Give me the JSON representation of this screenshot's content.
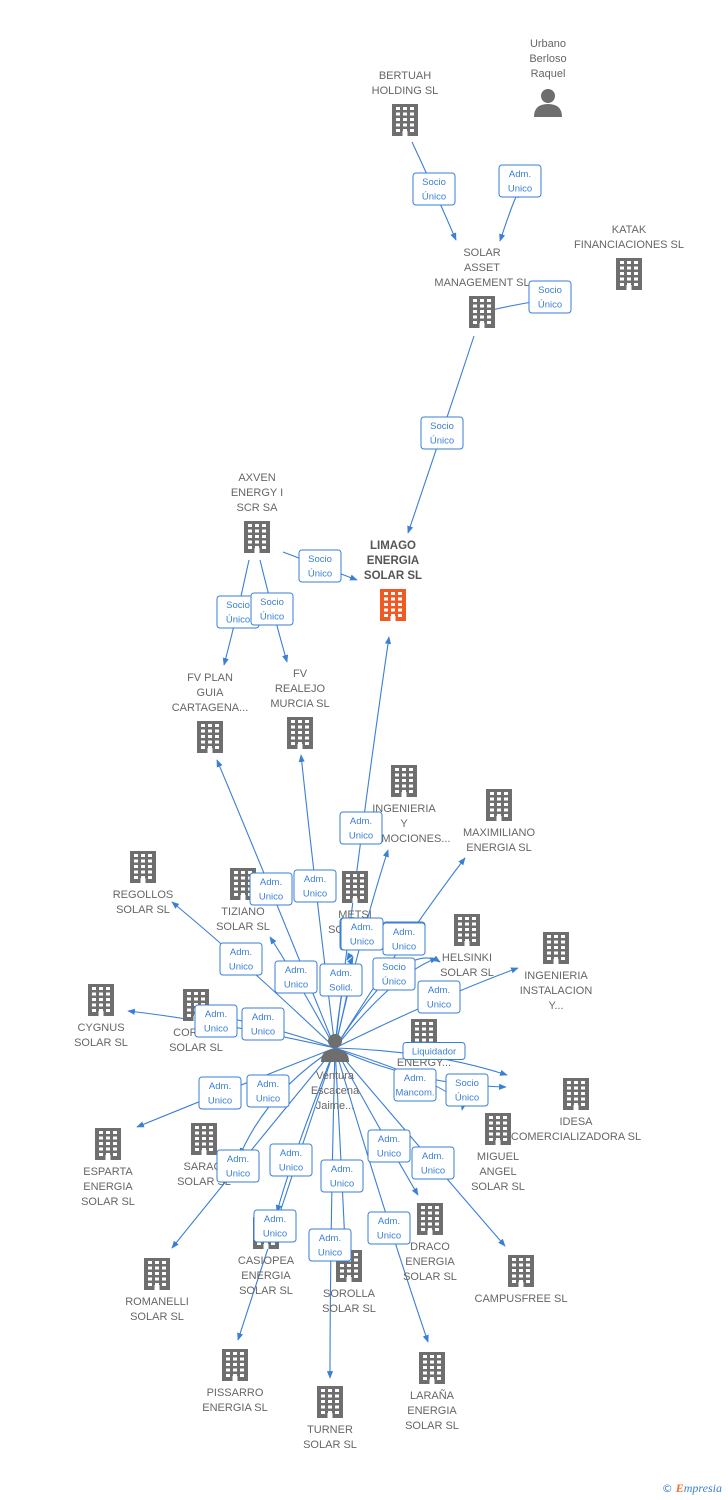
{
  "colors": {
    "node": "#6e6e6e",
    "main_node": "#f05a22",
    "edge": "#3a7fd6"
  },
  "nodes": [
    {
      "id": "limago",
      "label": [
        "LIMAGO",
        "ENERGIA",
        "SOLAR  SL"
      ],
      "type": "company",
      "main": true
    },
    {
      "id": "bertuah",
      "label": [
        "BERTUAH",
        "HOLDING  SL"
      ],
      "type": "company"
    },
    {
      "id": "urbano",
      "label": [
        "Urbano",
        "Berloso",
        "Raquel"
      ],
      "type": "person"
    },
    {
      "id": "solarasset",
      "label": [
        "SOLAR",
        "ASSET",
        "MANAGEMENT SL"
      ],
      "type": "company"
    },
    {
      "id": "katak",
      "label": [
        "KATAK",
        "FINANCIACIONES SL"
      ],
      "type": "company"
    },
    {
      "id": "axven",
      "label": [
        "AXVEN",
        "ENERGY I",
        "SCR SA"
      ],
      "type": "company"
    },
    {
      "id": "fvplan",
      "label": [
        "FV PLAN",
        "GUIA",
        "CARTAGENA..."
      ],
      "type": "company"
    },
    {
      "id": "fvrealejo",
      "label": [
        "FV",
        "REALEJO",
        "MURCIA  SL"
      ],
      "type": "company"
    },
    {
      "id": "ingenieria_p",
      "label": [
        "INGENIERIA",
        "Y",
        "PROMOCIONES..."
      ],
      "type": "company"
    },
    {
      "id": "maximiliano",
      "label": [
        "MAXIMILIANO",
        "ENERGIA SL"
      ],
      "type": "company"
    },
    {
      "id": "regollos",
      "label": [
        "REGOLLOS",
        "SOLAR SL"
      ],
      "type": "company"
    },
    {
      "id": "tiziano",
      "label": [
        "TIZIANO",
        "SOLAR SL"
      ],
      "type": "company"
    },
    {
      "id": "metsi",
      "label": [
        "METSI",
        "SOLAR SL"
      ],
      "type": "company"
    },
    {
      "id": "helsinki",
      "label": [
        "HELSINKI",
        "SOLAR SL"
      ],
      "type": "company"
    },
    {
      "id": "ingenieria_i",
      "label": [
        "INGENIERIA",
        "INSTALACION",
        "Y..."
      ],
      "type": "company"
    },
    {
      "id": "cygnus",
      "label": [
        "CYGNUS",
        "SOLAR SL"
      ],
      "type": "company"
    },
    {
      "id": "cortes",
      "label": [
        "CORTES",
        "SOLAR SL"
      ],
      "type": "company"
    },
    {
      "id": "energy",
      "label": [
        "ENERGY..."
      ],
      "type": "company"
    },
    {
      "id": "ventura",
      "label": [
        "Ventura",
        "Escacena",
        "Jaime..."
      ],
      "type": "person"
    },
    {
      "id": "idesa",
      "label": [
        "IDESA",
        "COMERCIALIZADORA SL"
      ],
      "type": "company"
    },
    {
      "id": "esparta",
      "label": [
        "ESPARTA",
        "ENERGIA",
        "SOLAR SL"
      ],
      "type": "company"
    },
    {
      "id": "saraci",
      "label": [
        "SARACI",
        "SOLAR SL"
      ],
      "type": "company"
    },
    {
      "id": "miguel",
      "label": [
        "MIGUEL",
        "ANGEL",
        "SOLAR SL"
      ],
      "type": "company"
    },
    {
      "id": "draco",
      "label": [
        "DRACO",
        "ENERGIA",
        "SOLAR SL"
      ],
      "type": "company"
    },
    {
      "id": "casiopea",
      "label": [
        "CASIOPEA",
        "ENERGIA",
        "SOLAR SL"
      ],
      "type": "company"
    },
    {
      "id": "romanelli",
      "label": [
        "ROMANELLI",
        "SOLAR SL"
      ],
      "type": "company"
    },
    {
      "id": "sorolla",
      "label": [
        "SOROLLA",
        "SOLAR SL"
      ],
      "type": "company"
    },
    {
      "id": "campusfree",
      "label": [
        "CAMPUSFREE SL"
      ],
      "type": "company"
    },
    {
      "id": "pissarro",
      "label": [
        "PISSARRO",
        "ENERGIA SL"
      ],
      "type": "company"
    },
    {
      "id": "turner",
      "label": [
        "TURNER",
        "SOLAR SL"
      ],
      "type": "company"
    },
    {
      "id": "larana",
      "label": [
        "LARAÑA",
        "ENERGIA",
        "SOLAR SL"
      ],
      "type": "company"
    }
  ],
  "edges": [
    {
      "from": "bertuah",
      "to": "solarasset",
      "label": [
        "Socio",
        "Único"
      ]
    },
    {
      "from": "urbano",
      "to": "solarasset",
      "label": [
        "Adm.",
        "Unico"
      ]
    },
    {
      "from": "solarasset",
      "to": "katak",
      "label": [
        "Socio",
        "Único"
      ]
    },
    {
      "from": "solarasset",
      "to": "limago",
      "label": [
        "Socio",
        "Único"
      ]
    },
    {
      "from": "axven",
      "to": "limago",
      "label": [
        "Socio",
        "Único"
      ]
    },
    {
      "from": "axven",
      "to": "fvplan",
      "label": [
        "Socio",
        "Único"
      ]
    },
    {
      "from": "axven",
      "to": "fvrealejo",
      "label": [
        "Socio",
        "Único"
      ]
    },
    {
      "from": "ventura",
      "to": "limago",
      "label": [
        "Adm.",
        "Unico"
      ]
    },
    {
      "from": "ventura",
      "to": "fvplan",
      "label": [
        "Adm.",
        "Unico"
      ]
    },
    {
      "from": "ventura",
      "to": "fvrealejo",
      "label": [
        "Adm.",
        "Unico"
      ]
    },
    {
      "from": "ventura",
      "to": "ingenieria_p",
      "label": [
        "Adm.",
        "Unico"
      ]
    },
    {
      "from": "ventura",
      "to": "maximiliano",
      "label": [
        "Adm.",
        "Unico"
      ]
    },
    {
      "from": "ventura",
      "to": "regollos",
      "label": [
        "Adm.",
        "Unico"
      ]
    },
    {
      "from": "ventura",
      "to": "tiziano",
      "label": [
        "Adm.",
        "Unico"
      ]
    },
    {
      "from": "ventura",
      "to": "metsi",
      "label": [
        "Adm.",
        "Solid."
      ]
    },
    {
      "from": "ventura",
      "to": "helsinki",
      "label": [
        "Socio",
        "Único"
      ]
    },
    {
      "from": "ventura",
      "to": "ingenieria_i",
      "label": [
        "Adm.",
        "Unico"
      ]
    },
    {
      "from": "ventura",
      "to": "cygnus",
      "label": [
        "Adm.",
        "Unico"
      ]
    },
    {
      "from": "ventura",
      "to": "cortes",
      "label": [
        "Adm.",
        "Unico"
      ]
    },
    {
      "from": "ventura",
      "to": "energy",
      "label": [
        "Liquidador"
      ]
    },
    {
      "from": "ventura",
      "to": "idesa",
      "label": [
        "Adm.",
        "Mancom."
      ]
    },
    {
      "from": "ventura",
      "to": "miguel",
      "label": [
        "Socio",
        "Único"
      ]
    },
    {
      "from": "ventura",
      "to": "esparta",
      "label": [
        "Adm.",
        "Unico"
      ]
    },
    {
      "from": "ventura",
      "to": "saraci",
      "label": [
        "Adm.",
        "Unico"
      ]
    },
    {
      "from": "ventura",
      "to": "romanelli",
      "label": [
        "Adm.",
        "Unico"
      ]
    },
    {
      "from": "ventura",
      "to": "casiopea",
      "label": [
        "Adm.",
        "Unico"
      ]
    },
    {
      "from": "ventura",
      "to": "pissarro",
      "label": [
        "Adm.",
        "Unico"
      ]
    },
    {
      "from": "ventura",
      "to": "sorolla",
      "label": [
        "Adm.",
        "Unico"
      ]
    },
    {
      "from": "ventura",
      "to": "turner",
      "label": [
        "Adm.",
        "Unico"
      ]
    },
    {
      "from": "ventura",
      "to": "draco",
      "label": [
        "Adm.",
        "Unico"
      ]
    },
    {
      "from": "ventura",
      "to": "larana",
      "label": [
        "Adm.",
        "Unico"
      ]
    },
    {
      "from": "ventura",
      "to": "campusfree",
      "label": [
        "Adm.",
        "Unico"
      ]
    },
    {
      "from": "ventura",
      "to": "metsi",
      "label": [
        "Adm.",
        "Unico"
      ]
    },
    {
      "from": "ventura",
      "to": "helsinki",
      "label": [
        "Adm.",
        "Unico"
      ]
    }
  ],
  "footer": {
    "copyright": "©",
    "brand_initial": "E",
    "brand_rest": "mpresia"
  }
}
